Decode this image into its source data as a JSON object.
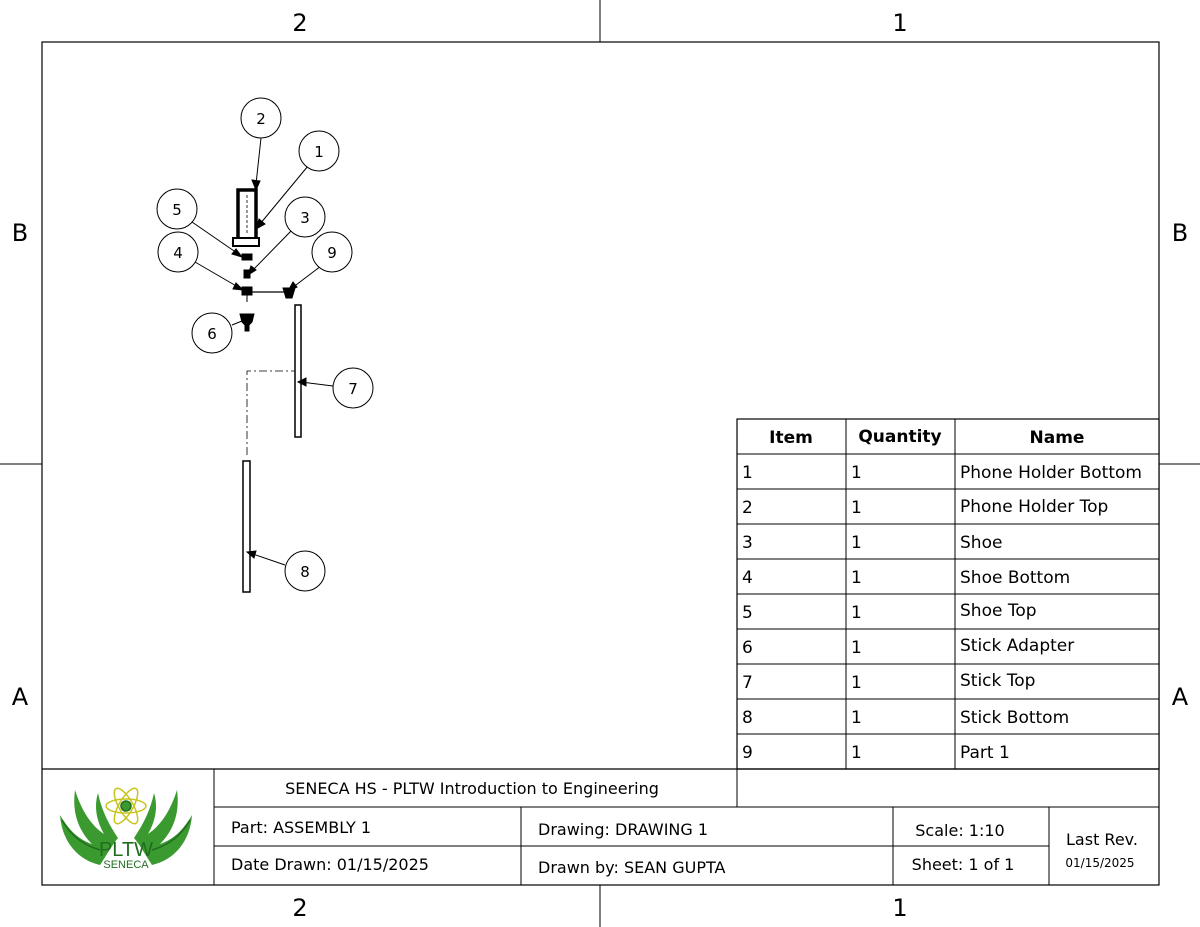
{
  "zones": {
    "top_left": "2",
    "top_right": "1",
    "bottom_left": "2",
    "bottom_right": "1",
    "left_upper": "B",
    "left_lower": "A",
    "right_upper": "B",
    "right_lower": "A"
  },
  "balloons": [
    "1",
    "2",
    "3",
    "4",
    "5",
    "6",
    "7",
    "8",
    "9"
  ],
  "parts_list": {
    "headers": [
      "Item",
      "Quantity",
      "Name"
    ],
    "rows": [
      {
        "item": "1",
        "qty": "1",
        "name": "Phone Holder Bottom"
      },
      {
        "item": "2",
        "qty": "1",
        "name": "Phone Holder Top"
      },
      {
        "item": "3",
        "qty": "1",
        "name": "Shoe"
      },
      {
        "item": "4",
        "qty": "1",
        "name": "Shoe Bottom"
      },
      {
        "item": "5",
        "qty": "1",
        "name": "Shoe Top"
      },
      {
        "item": "6",
        "qty": "1",
        "name": "Stick Adapter"
      },
      {
        "item": "7",
        "qty": "1",
        "name": "Stick Top"
      },
      {
        "item": "8",
        "qty": "1",
        "name": "Stick Bottom"
      },
      {
        "item": "9",
        "qty": "1",
        "name": "Part 1"
      }
    ]
  },
  "title_block": {
    "school": "SENECA HS - PLTW Introduction to Engineering",
    "part": "Part: ASSEMBLY 1",
    "drawing": "Drawing: DRAWING 1",
    "scale": "Scale: 1:10",
    "date_drawn": "Date Drawn: 01/15/2025",
    "drawn_by": "Drawn by: SEAN GUPTA",
    "sheet": "Sheet: 1 of 1",
    "last_rev_label": "Last Rev.",
    "last_rev_date": "01/15/2025",
    "logo_text_main": "PLTW",
    "logo_text_sub": "SENECA"
  },
  "colors": {
    "logo_green": "#3a9a2f",
    "logo_dark_green": "#1f6e1f",
    "logo_yellow": "#c8c41e"
  }
}
